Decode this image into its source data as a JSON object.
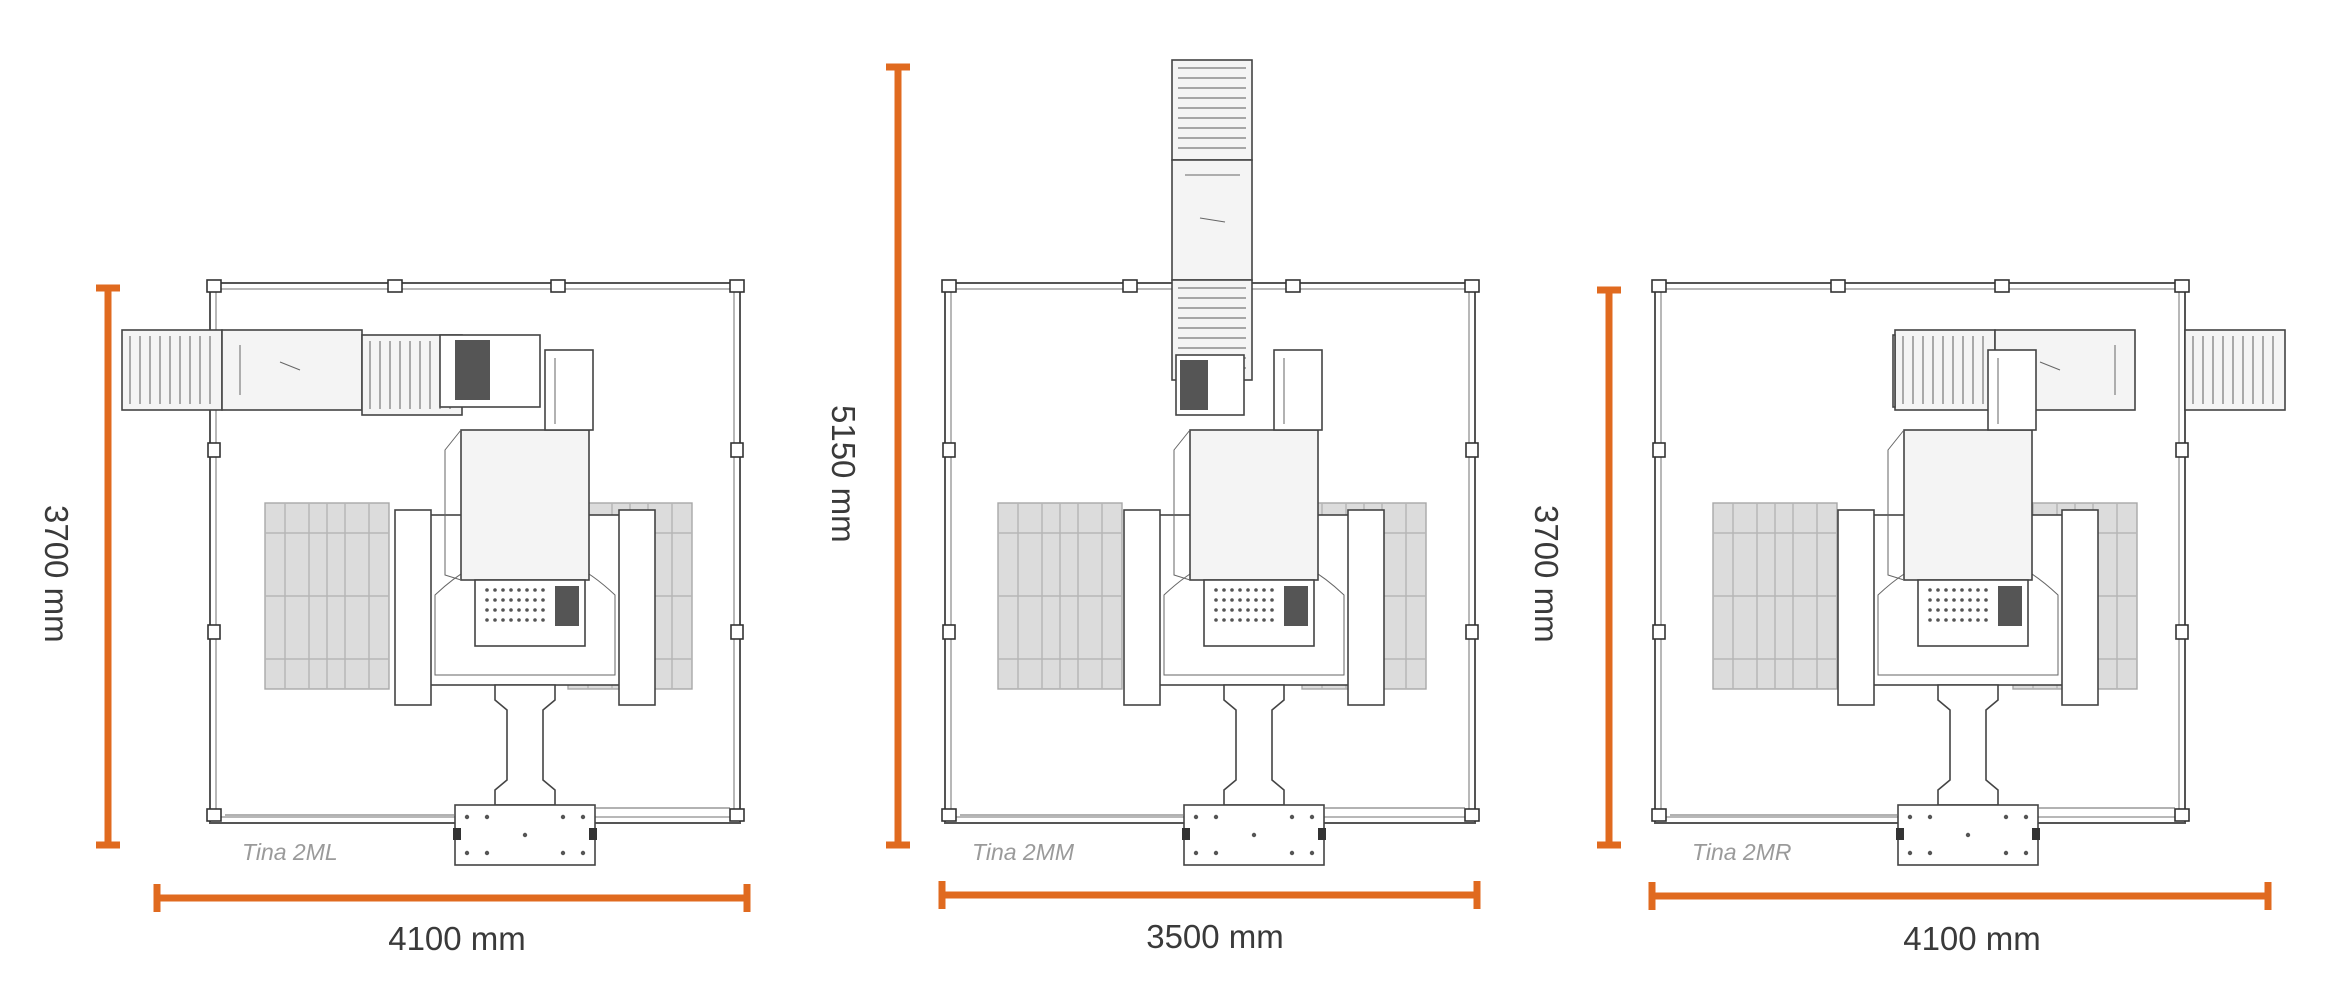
{
  "colors": {
    "dimension_line": "#e06a1f",
    "drawing_line": "#444444",
    "pallet_fill": "#dcdcdc"
  },
  "layouts": [
    {
      "id": "2ml",
      "model": "Tina 2ML",
      "width_label": "4100 mm",
      "depth_label": "3700 mm",
      "conveyor": "left"
    },
    {
      "id": "2mm",
      "model": "Tina 2MM",
      "width_label": "3500 mm",
      "depth_label": "5150 mm",
      "conveyor": "top"
    },
    {
      "id": "2mr",
      "model": "Tina 2MR",
      "width_label": "4100 mm",
      "depth_label": "3700 mm",
      "conveyor": "right"
    }
  ]
}
